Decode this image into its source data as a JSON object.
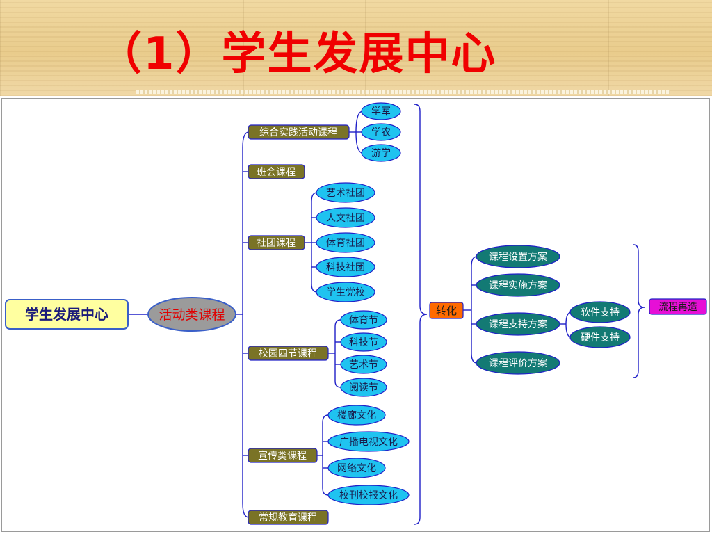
{
  "title": "（1）学生发展中心",
  "root": "学生发展中心",
  "level1": "活动类课程",
  "categories": [
    {
      "label": "综合实践活动课程",
      "children": [
        "学军",
        "学农",
        "游学"
      ]
    },
    {
      "label": "班会课程",
      "children": []
    },
    {
      "label": "社团课程",
      "children": [
        "艺术社团",
        "人文社团",
        "体育社团",
        "科技社团",
        "学生党校"
      ]
    },
    {
      "label": "校园四节课程",
      "children": [
        "体育节",
        "科技节",
        "艺术节",
        "阅读节"
      ]
    },
    {
      "label": "宣传类课程",
      "children": [
        "楼廊文化",
        "广播电视文化",
        "网络文化",
        "校刊校报文化"
      ]
    },
    {
      "label": "常规教育课程",
      "children": []
    }
  ],
  "transform": "转化",
  "plans": [
    "课程设置方案",
    "课程实施方案",
    "课程支持方案",
    "课程评价方案"
  ],
  "supports": [
    "软件支持",
    "硬件支持"
  ],
  "result": "流程再造",
  "colors": {
    "title": "#f00000",
    "category_fill": "#7a7326",
    "child_fill": "#1fc3f0",
    "plan_fill": "#137a74",
    "transform_fill": "#ff6a00",
    "result_fill": "#e60fd6",
    "root_fill": "#ffffa0",
    "level1_fill": "#9b9b9b",
    "line": "#2020c8"
  }
}
